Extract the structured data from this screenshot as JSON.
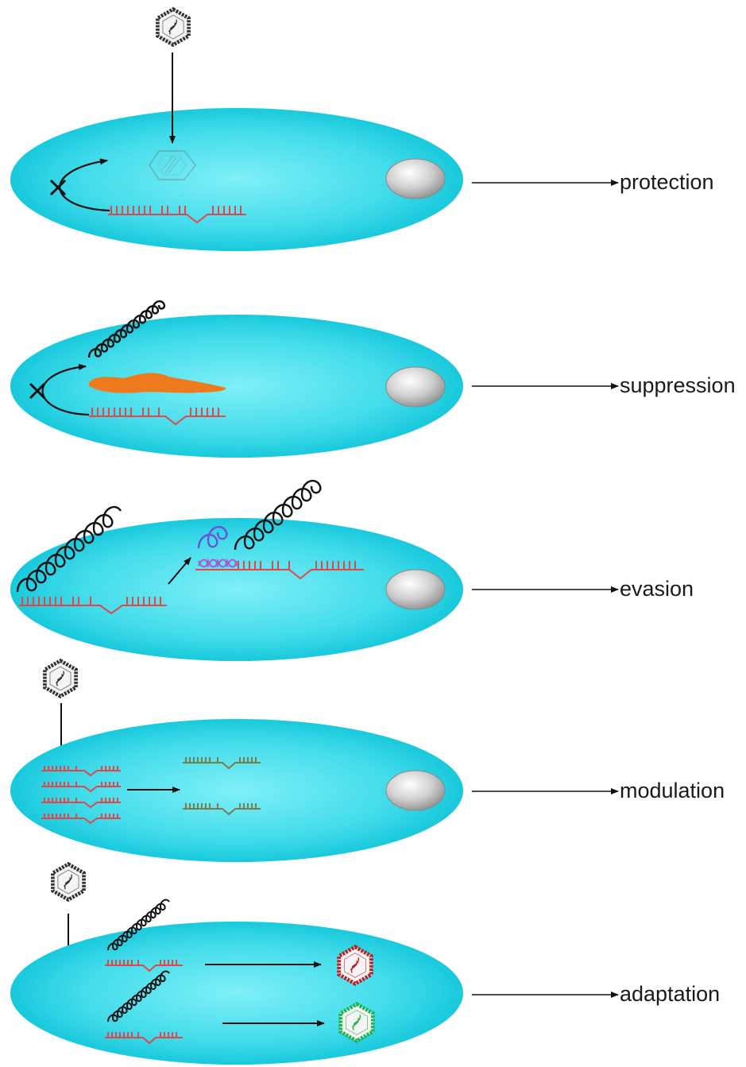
{
  "panels": [
    {
      "id": "protection",
      "label": "protection"
    },
    {
      "id": "suppression",
      "label": "suppression"
    },
    {
      "id": "evasion",
      "label": "evasion"
    },
    {
      "id": "modulation",
      "label": "modulation"
    },
    {
      "id": "adaptation",
      "label": "adaptation"
    }
  ],
  "colors": {
    "cell_fill": "#3fdcea",
    "cell_edge": "#00c4d8",
    "crispr_rna": "#e0474b",
    "coil": "#111111",
    "protein": "#ef7a1e",
    "mutant_coil": "#6a52d8",
    "degraded_rna": "#7d7a4c",
    "phage_grey": "#333333",
    "phage_red": "#c01e22",
    "phage_green": "#22b24a",
    "nucleoid": "#bdbdbd"
  }
}
